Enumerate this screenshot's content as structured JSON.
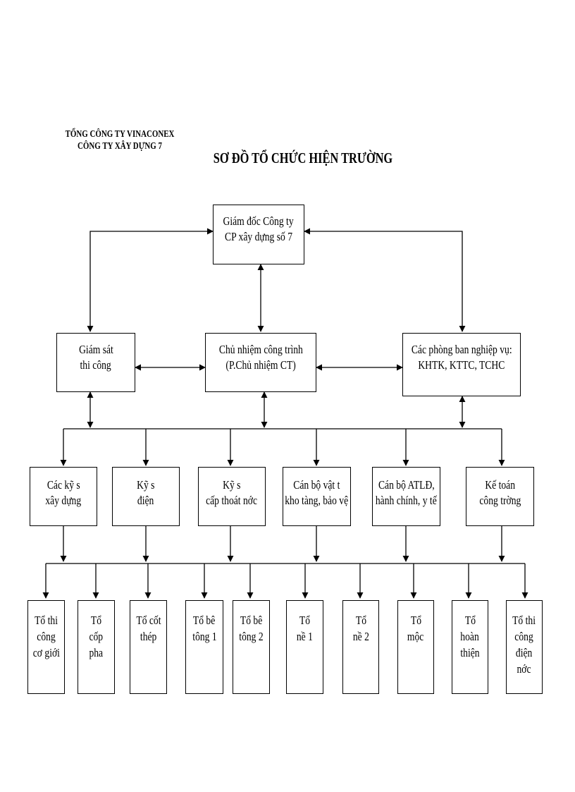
{
  "header": {
    "org_line1": "TỔNG CÔNG TY VINACONEX",
    "org_line2": "CÔNG TY XÂY DỰNG 7",
    "title": "SƠ ĐỒ TỔ CHỨC HIỆN TRƯỜNG"
  },
  "top": {
    "director": [
      "Giám đốc Công ty",
      "CP  xây dựng số 7"
    ]
  },
  "level2": {
    "supervision": [
      "Giám sát",
      "thi công"
    ],
    "project_manager": [
      "Chủ nhiệm công trình",
      "(P.Chủ nhiệm CT)"
    ],
    "departments": [
      "Các phòng ban nghiệp vụ:",
      "KHTK, KTTC, TCHC"
    ]
  },
  "level3": [
    [
      "Các kỹ s",
      "xây dựng"
    ],
    [
      "Kỹ s",
      "điện"
    ],
    [
      "Kỹ s",
      "cấp thoát nớc"
    ],
    [
      "Cán bộ vật t",
      "kho tàng, bảo vệ"
    ],
    [
      "Cán bộ ATLĐ,",
      "hành chính, y tế"
    ],
    [
      "Kế toán",
      "công trờng"
    ]
  ],
  "level4": [
    [
      "Tổ thi",
      "công",
      "cơ giới"
    ],
    [
      "Tổ",
      "cốp",
      "pha"
    ],
    [
      "Tổ cốt",
      "thép"
    ],
    [
      "Tổ bê",
      "tông 1"
    ],
    [
      "Tổ bê",
      "tông 2"
    ],
    [
      "Tổ",
      "nề 1"
    ],
    [
      "Tổ",
      "nề 2"
    ],
    [
      "Tổ",
      "mộc"
    ],
    [
      "Tổ",
      "hoàn",
      "thiện"
    ],
    [
      "Tổ thi",
      "công",
      "điện",
      "nớc"
    ]
  ]
}
